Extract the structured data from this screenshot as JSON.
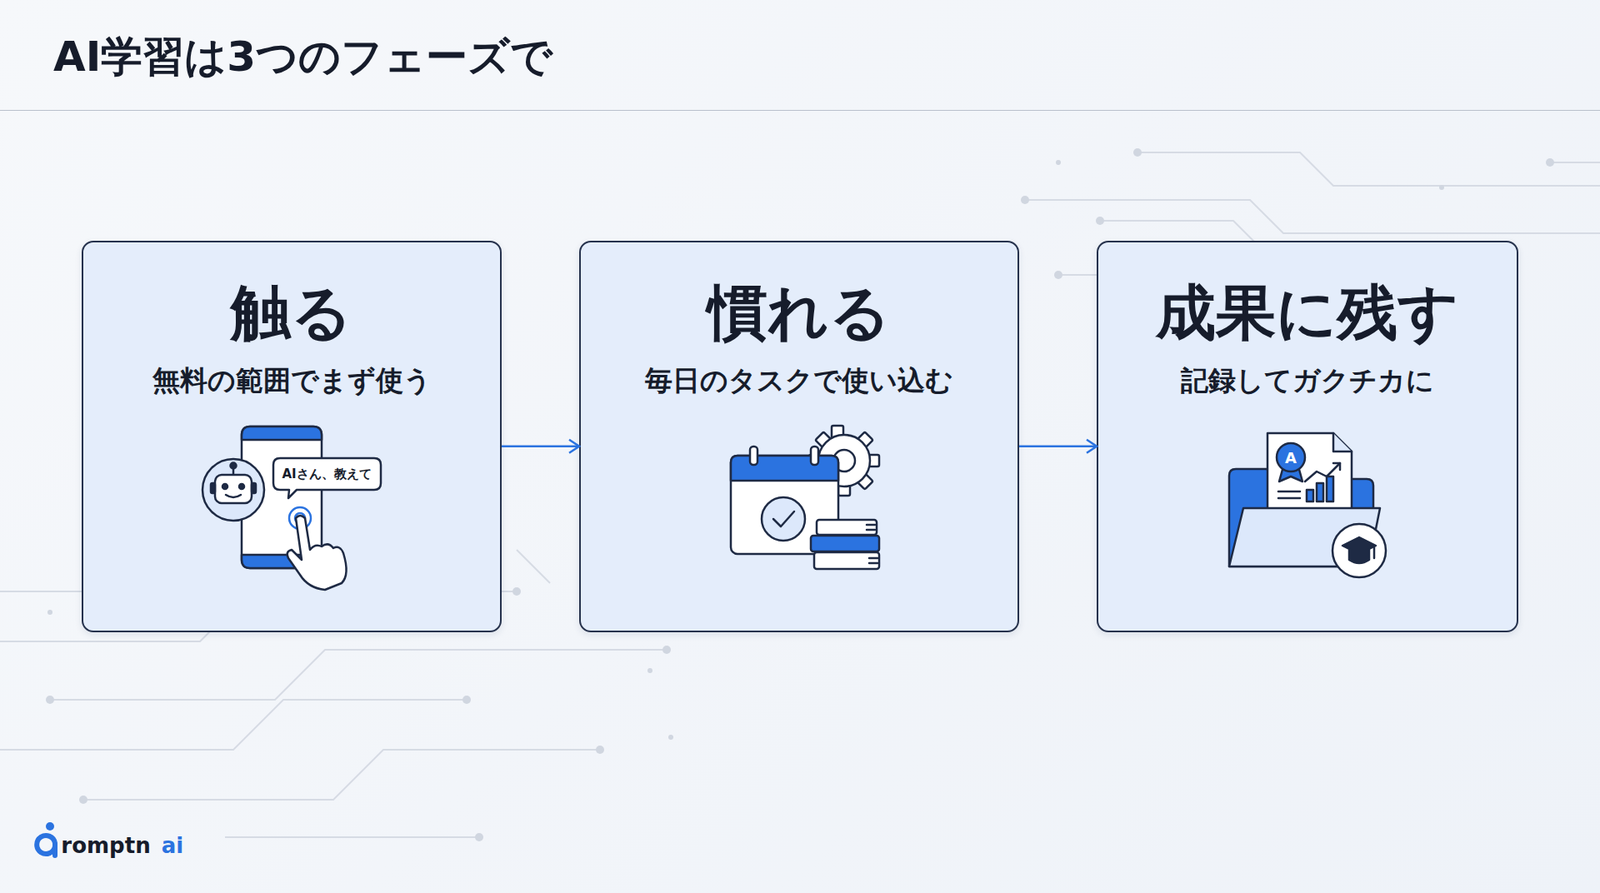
{
  "diagram": {
    "title": "AI学習は3つのフェーズで",
    "nodes": [
      {
        "text": [
          "触る",
          "無料の範囲でまず使う"
        ]
      },
      {
        "text": [
          "慣れる",
          "毎日のタスクで使い込む"
        ]
      },
      {
        "text": [
          "成果に残す",
          "記録してガクチカに"
        ]
      }
    ],
    "edges": [
      {
        "from": 0,
        "to": 1,
        "arrow": "to"
      },
      {
        "from": 1,
        "to": 2,
        "arrow": "to"
      }
    ],
    "labels": [
      "AIさん、教えて",
      "A",
      "romptn",
      "ai"
    ]
  }
}
